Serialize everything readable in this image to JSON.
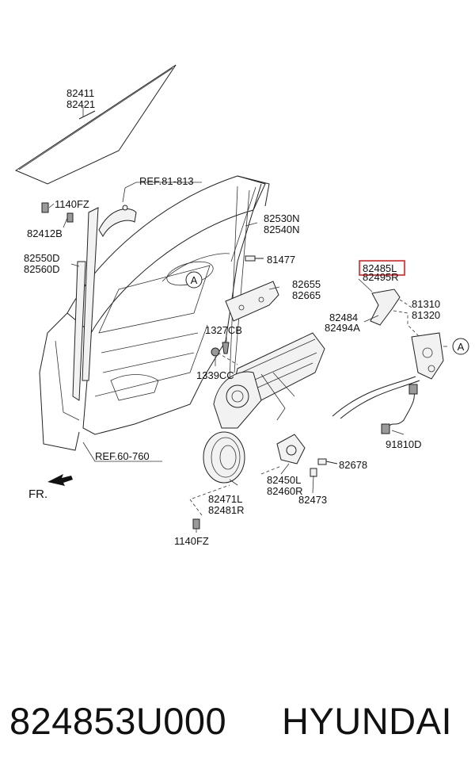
{
  "labels": {
    "p82411": "82411",
    "p82421": "82421",
    "p1140fz_top": "1140FZ",
    "p82412b": "82412B",
    "ref81_813": "REF.81-813",
    "p82530n": "82530N",
    "p82540n": "82540N",
    "p82550d": "82550D",
    "p82560d": "82560D",
    "p81477": "81477",
    "p82485l": "82485L",
    "p82495r": "82495R",
    "p82655": "82655",
    "p82665": "82665",
    "callout_a_left": "A",
    "callout_a_right": "A",
    "p1327cb": "1327CB",
    "p1339cc": "1339CC",
    "p82484": "82484",
    "p82494a": "82494A",
    "p81310": "81310",
    "p81320": "81320",
    "p91810d": "91810D",
    "p82678": "82678",
    "ref60_760": "REF.60-760",
    "fr": "FR.",
    "p82450l": "82450L",
    "p82460r": "82460R",
    "p82473": "82473",
    "p82471l": "82471L",
    "p82481r": "82481R",
    "p1140fz_bottom": "1140FZ"
  },
  "footer": {
    "part_number": "824853U000",
    "brand": "HYUNDAI"
  },
  "highlight_color": "#e02020"
}
